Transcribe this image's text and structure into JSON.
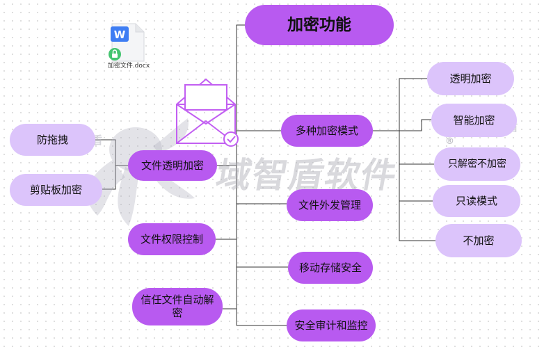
{
  "root": {
    "label": "加密功能"
  },
  "file": {
    "name": "加密文件.docx",
    "glyph": "W"
  },
  "watermark": {
    "text": "域智盾软件",
    "registered": "®",
    "small": "智盾"
  },
  "left_branches": [
    {
      "label": "文件透明加密",
      "children": [
        "防拖拽",
        "剪贴板加密"
      ]
    },
    {
      "label": "文件权限控制"
    },
    {
      "label": "信任文件自动解密"
    }
  ],
  "right_branches": [
    {
      "label": "多种加密模式",
      "children": [
        "透明加密",
        "智能加密",
        "只解密不加密",
        "只读模式",
        "不加密"
      ]
    },
    {
      "label": "文件外发管理"
    },
    {
      "label": "移动存储安全"
    },
    {
      "label": "安全审计和监控"
    }
  ],
  "colors": {
    "primary_node": "#b85af0",
    "secondary_node": "#dcc4fb",
    "connector": "#333333",
    "icon_accent": "#c25ff2"
  }
}
